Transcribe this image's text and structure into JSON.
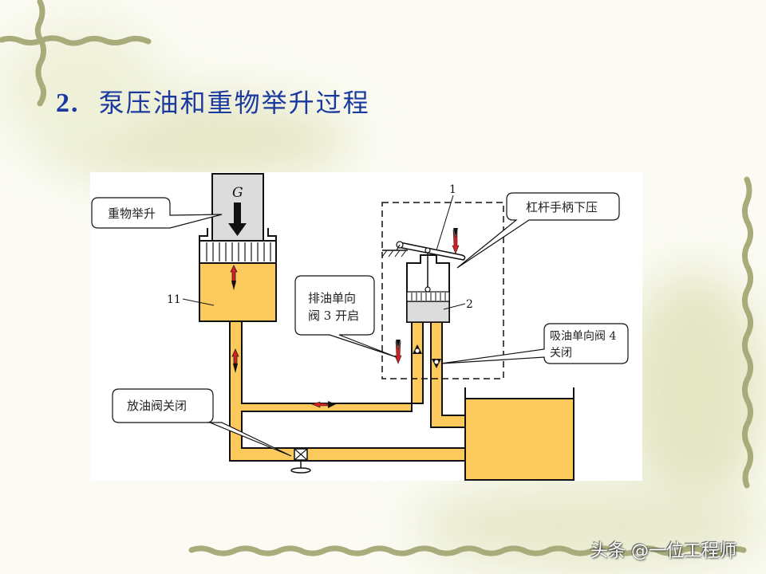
{
  "slide": {
    "title_number": "2.",
    "title_text": "泵压油和重物举升过程"
  },
  "diagram": {
    "callouts": {
      "load_rise": "重物举升",
      "lever_press": "杠杆手柄下压",
      "discharge_valve_line1": "排油单向",
      "discharge_valve_line2": "阀 3 开启",
      "suction_valve_line1": "吸油单向阀 4",
      "suction_valve_line2": "关闭",
      "release_valve": "放油阀关闭"
    },
    "labels": {
      "load_symbol": "G",
      "part_1": "1",
      "part_2": "2",
      "part_11": "11"
    },
    "colors": {
      "oil": "#fcc95d",
      "piston_gray": "#dcdcdc",
      "flow_arrow": "#d42020",
      "title_blue": "#1a3aa0",
      "vine_green": "#a8ac7a"
    }
  },
  "watermark": "头条 @一位工程师"
}
